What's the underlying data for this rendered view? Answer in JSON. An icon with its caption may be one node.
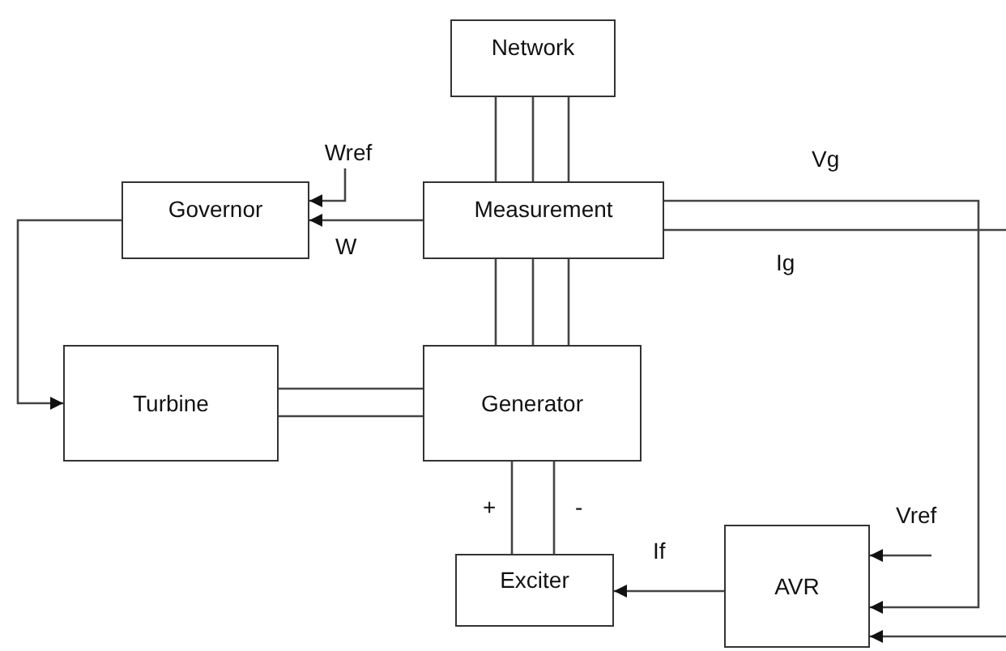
{
  "diagram": {
    "nodes": [
      {
        "text": [
          "Network"
        ]
      },
      {
        "text": [
          "Wref"
        ]
      },
      {
        "text": [
          "Governor"
        ]
      },
      {
        "text": [
          "Measurement"
        ]
      },
      {
        "text": [
          "Turbine"
        ]
      },
      {
        "text": [
          "Generator"
        ]
      },
      {
        "text": [
          "Exciter"
        ]
      },
      {
        "text": [
          "AVR"
        ]
      }
    ],
    "edges": [
      {
        "from": 0,
        "to": 3,
        "arrow": "none"
      },
      {
        "from": 0,
        "to": 3,
        "arrow": "none"
      },
      {
        "from": 0,
        "to": 3,
        "arrow": "none"
      },
      {
        "from": 3,
        "to": 5,
        "arrow": "none"
      },
      {
        "from": 3,
        "to": 5,
        "arrow": "none"
      },
      {
        "from": 3,
        "to": 5,
        "arrow": "none"
      },
      {
        "from": 4,
        "to": 5,
        "arrow": "none"
      },
      {
        "from": 4,
        "to": 5,
        "arrow": "none"
      },
      {
        "from": 5,
        "to": 6,
        "arrow": "none",
        "label": "+"
      },
      {
        "from": 5,
        "to": 6,
        "arrow": "none",
        "label": "-"
      },
      {
        "from": 3,
        "to": 2,
        "arrow": "to",
        "label": "W"
      },
      {
        "from": 1,
        "to": 2,
        "arrow": "to"
      },
      {
        "from": 2,
        "to": 4,
        "arrow": "to"
      },
      {
        "from": 3,
        "to": 7,
        "arrow": "to",
        "label": "Vg"
      },
      {
        "from": 3,
        "to": null,
        "arrow": "none",
        "label": "Ig"
      },
      {
        "from": 7,
        "to": 6,
        "arrow": "to",
        "label": "If"
      },
      {
        "from": null,
        "to": 7,
        "arrow": "to",
        "label": "Vref"
      },
      {
        "from": null,
        "to": 7,
        "arrow": "to"
      }
    ]
  }
}
